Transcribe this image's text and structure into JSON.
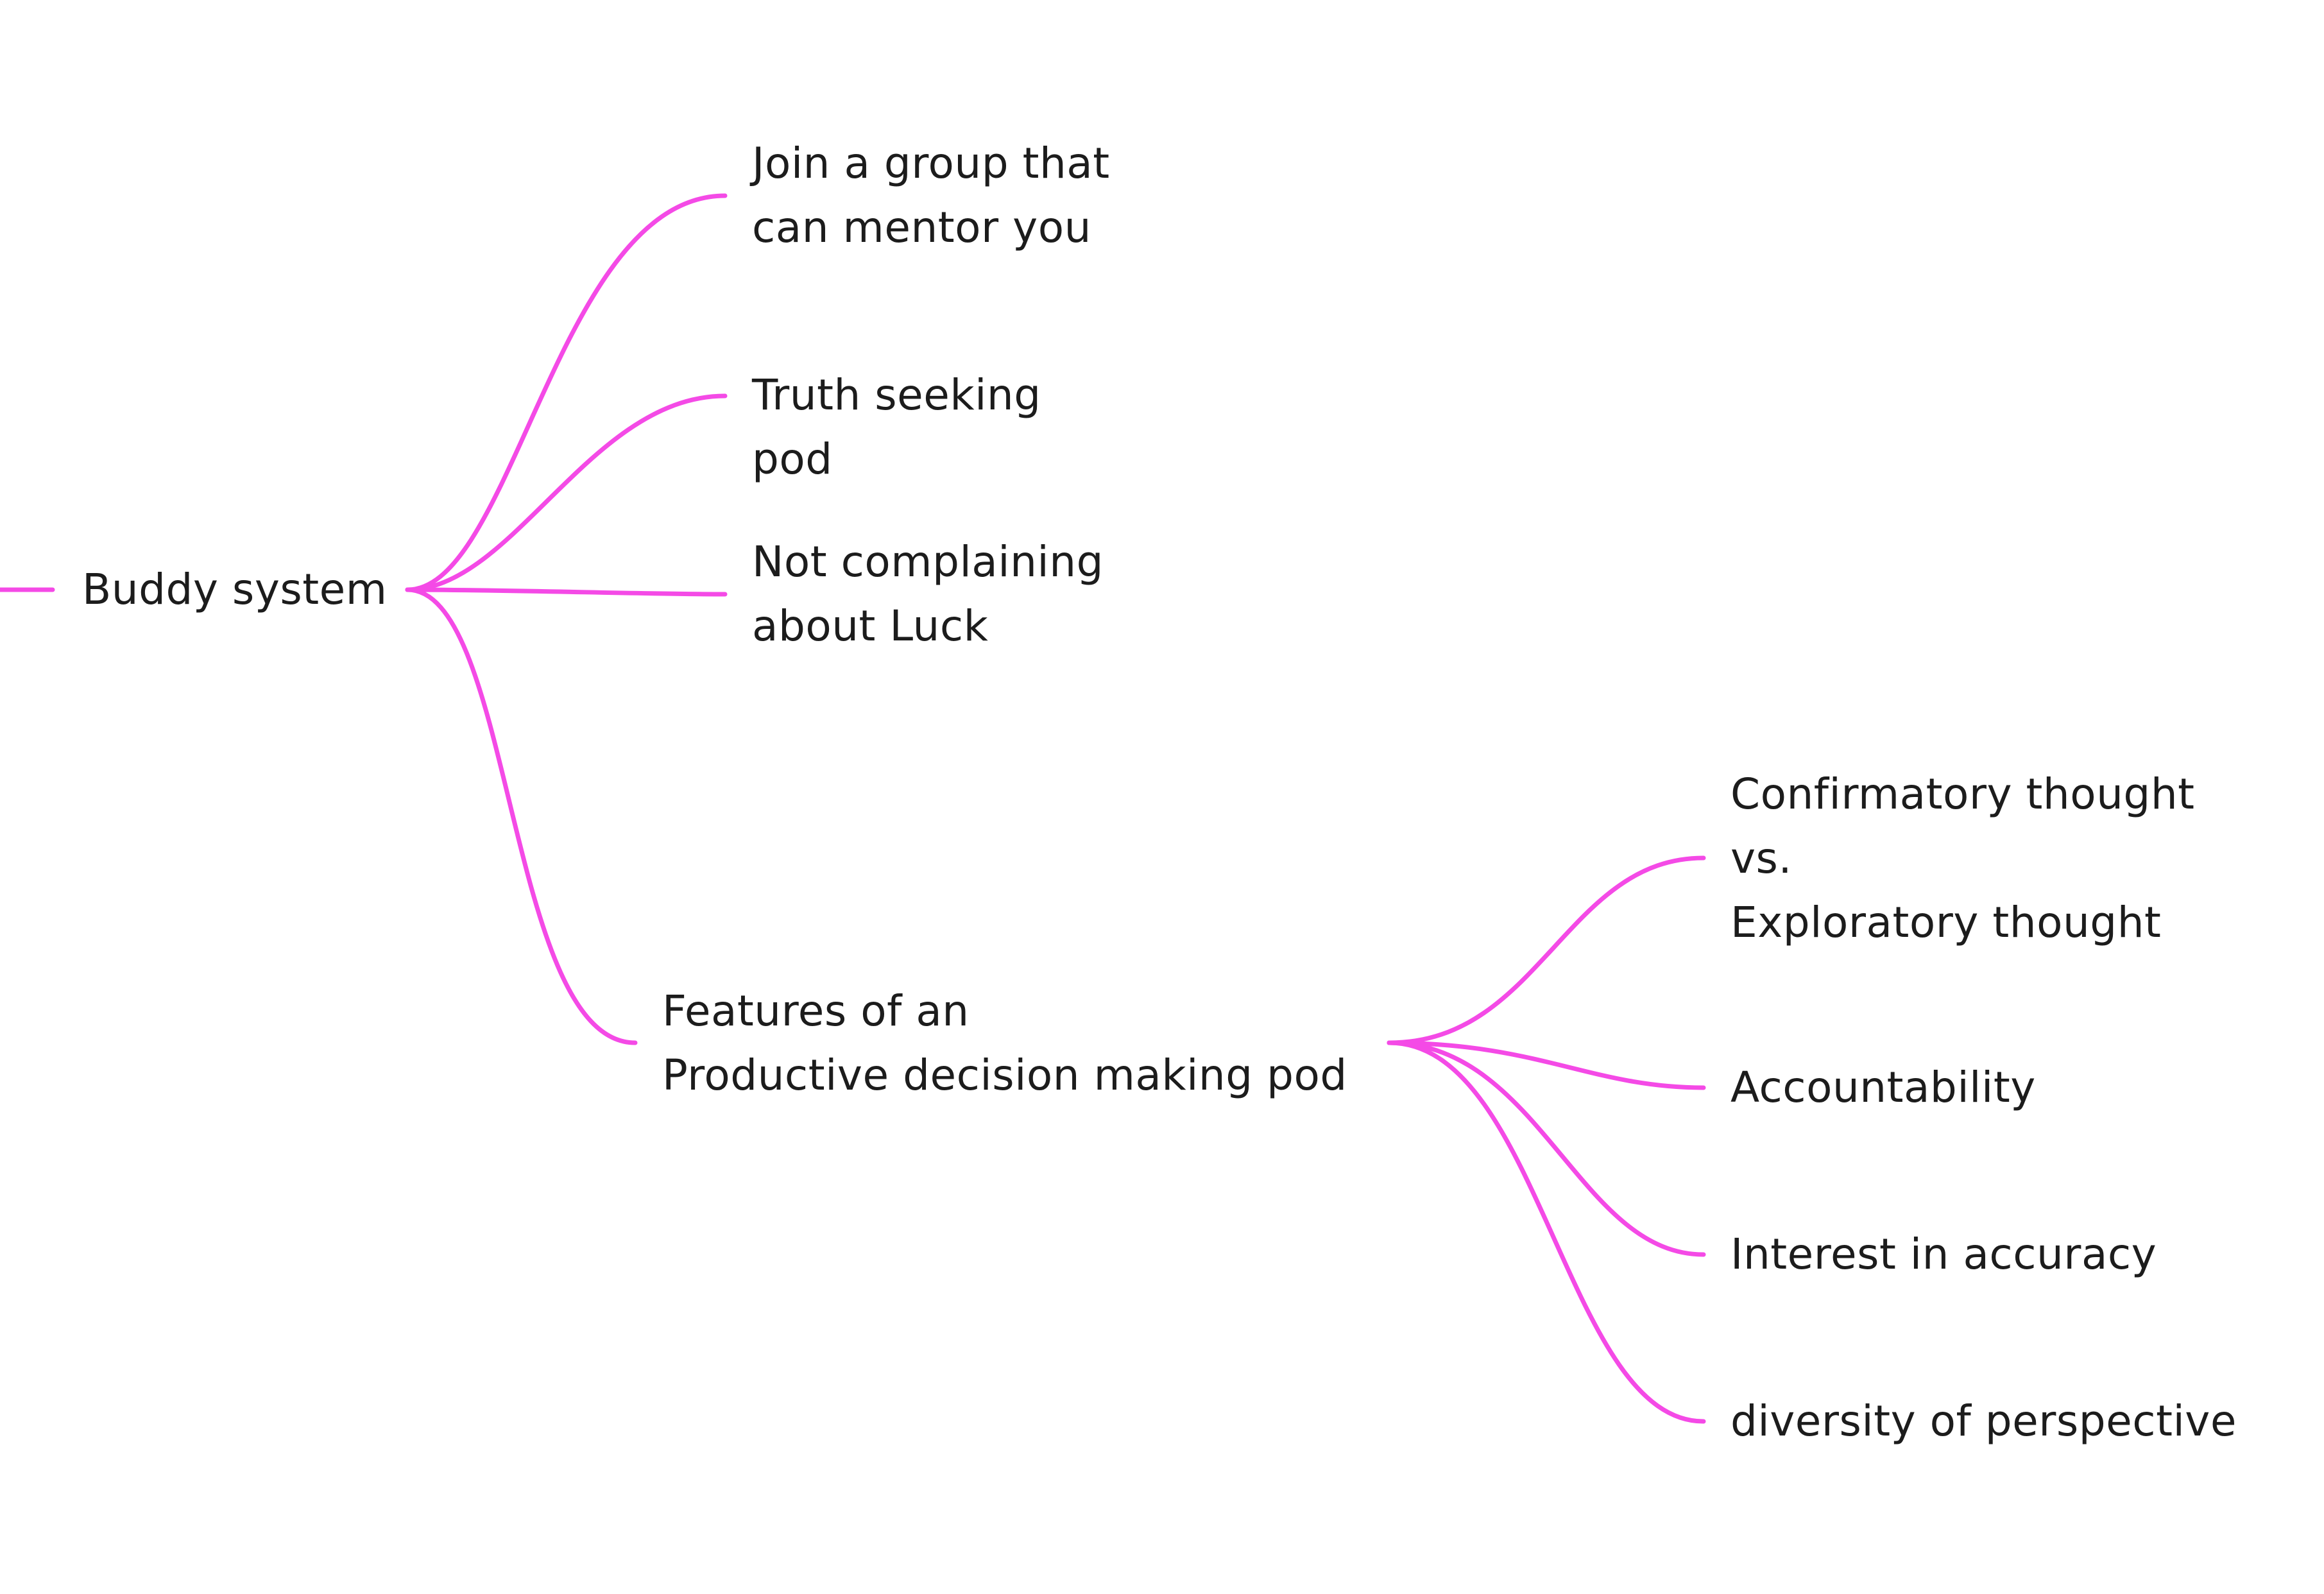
{
  "mindmap": {
    "root": {
      "label": "Buddy system",
      "children": [
        {
          "lines": [
            "Join a group that",
            "can mentor you"
          ]
        },
        {
          "lines": [
            "Truth seeking",
            "pod"
          ]
        },
        {
          "lines": [
            "Not complaining",
            "about Luck"
          ]
        },
        {
          "lines": [
            "Features of an",
            "Productive decision making pod"
          ],
          "children": [
            {
              "lines": [
                "Confirmatory thought",
                "vs.",
                "Exploratory thought"
              ]
            },
            {
              "lines": [
                "Accountability"
              ]
            },
            {
              "lines": [
                "Interest in accuracy"
              ]
            },
            {
              "lines": [
                "diversity of perspective"
              ]
            }
          ]
        }
      ]
    },
    "connector_color": "#f44ae6"
  }
}
